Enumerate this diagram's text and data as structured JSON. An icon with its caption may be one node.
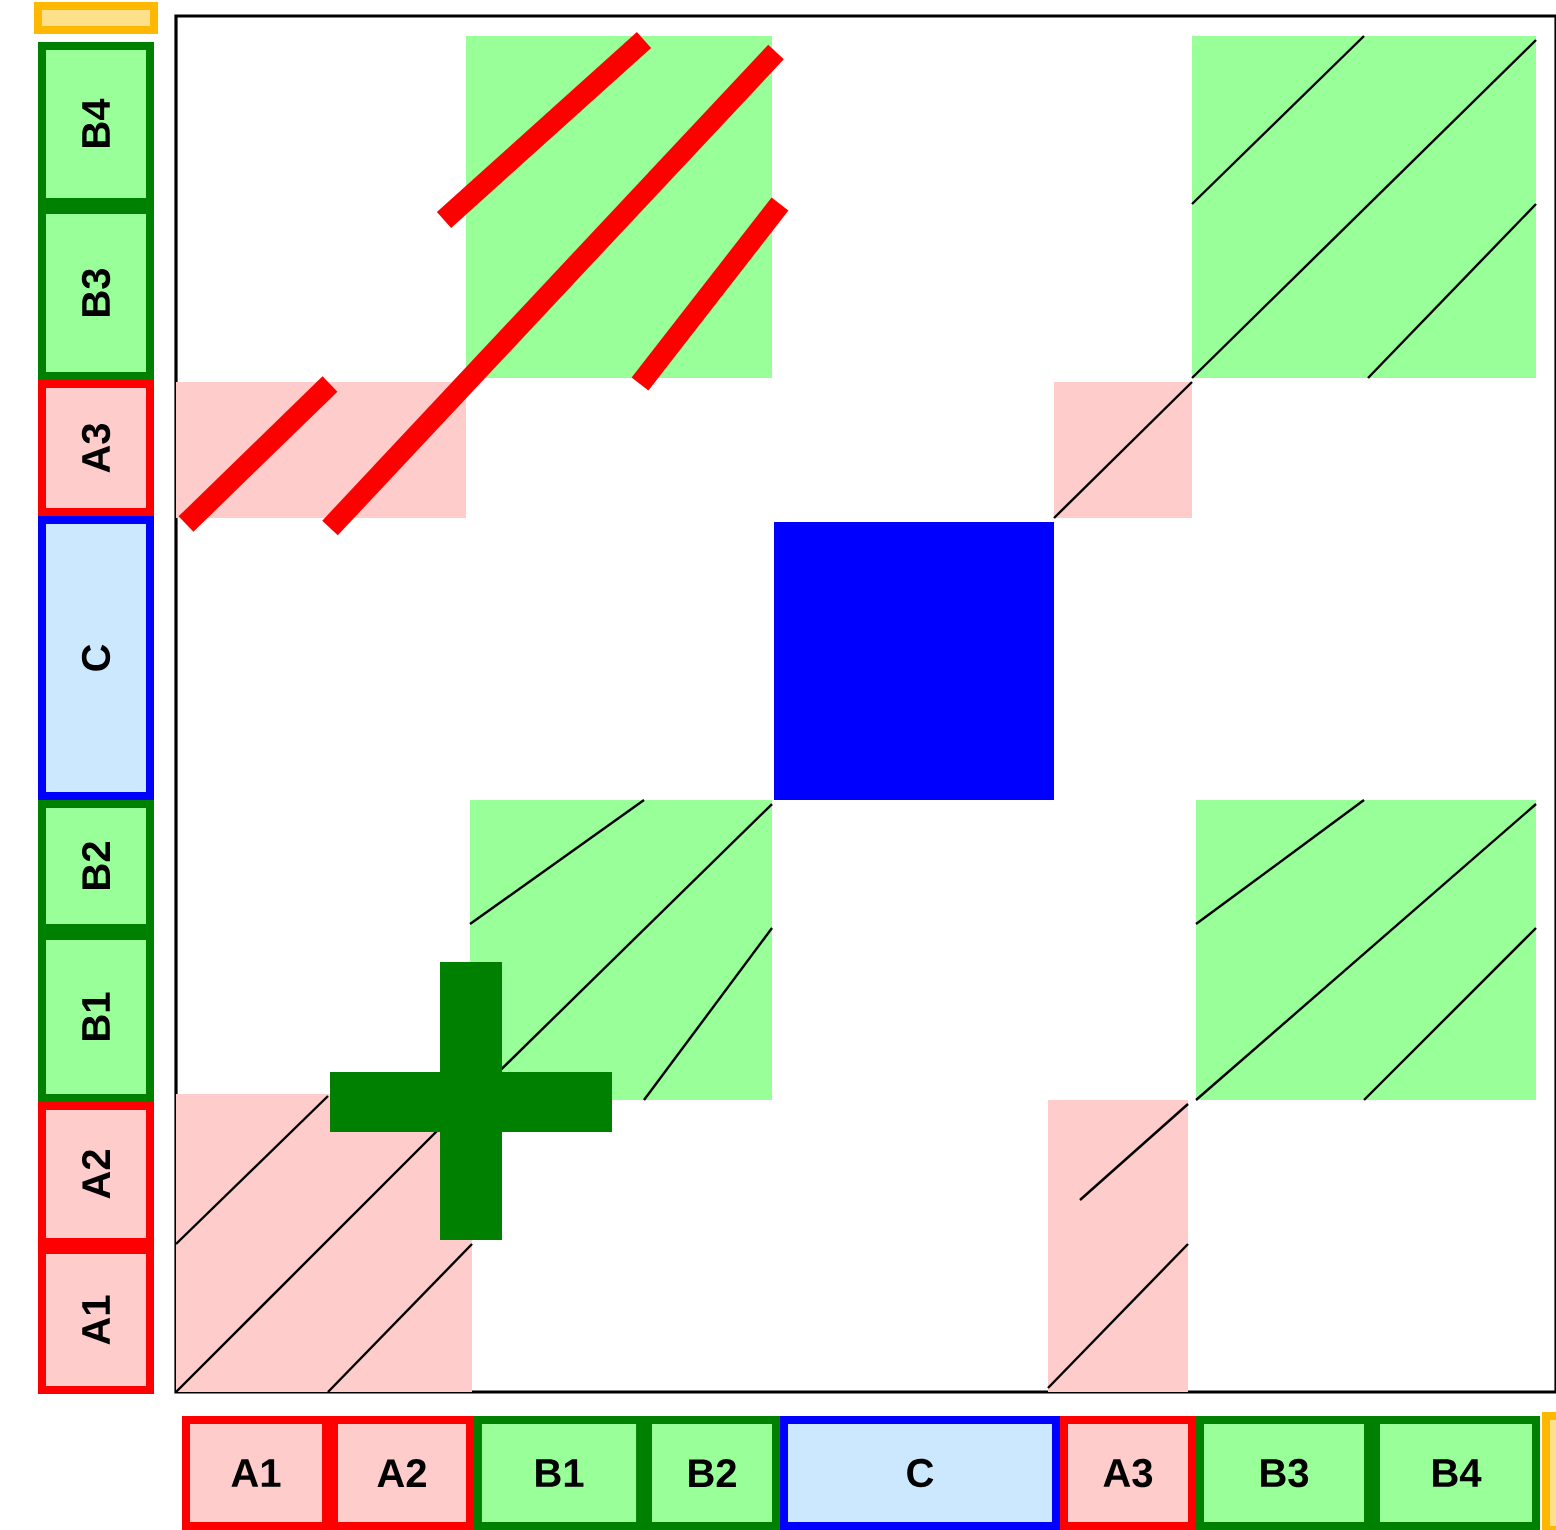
{
  "diagram": {
    "nodes": [
      {
        "text": [
          "B4"
        ]
      },
      {
        "text": [
          "B3"
        ]
      },
      {
        "text": [
          "A3"
        ]
      },
      {
        "text": [
          "C"
        ]
      },
      {
        "text": [
          "B2"
        ]
      },
      {
        "text": [
          "B1"
        ]
      },
      {
        "text": [
          "A2"
        ]
      },
      {
        "text": [
          "A1"
        ]
      },
      {
        "text": [
          "A1"
        ]
      },
      {
        "text": [
          "A2"
        ]
      },
      {
        "text": [
          "B1"
        ]
      },
      {
        "text": [
          "B2"
        ]
      },
      {
        "text": [
          "C"
        ]
      },
      {
        "text": [
          "A3"
        ]
      },
      {
        "text": [
          "B3"
        ]
      },
      {
        "text": [
          "B4"
        ]
      }
    ]
  }
}
